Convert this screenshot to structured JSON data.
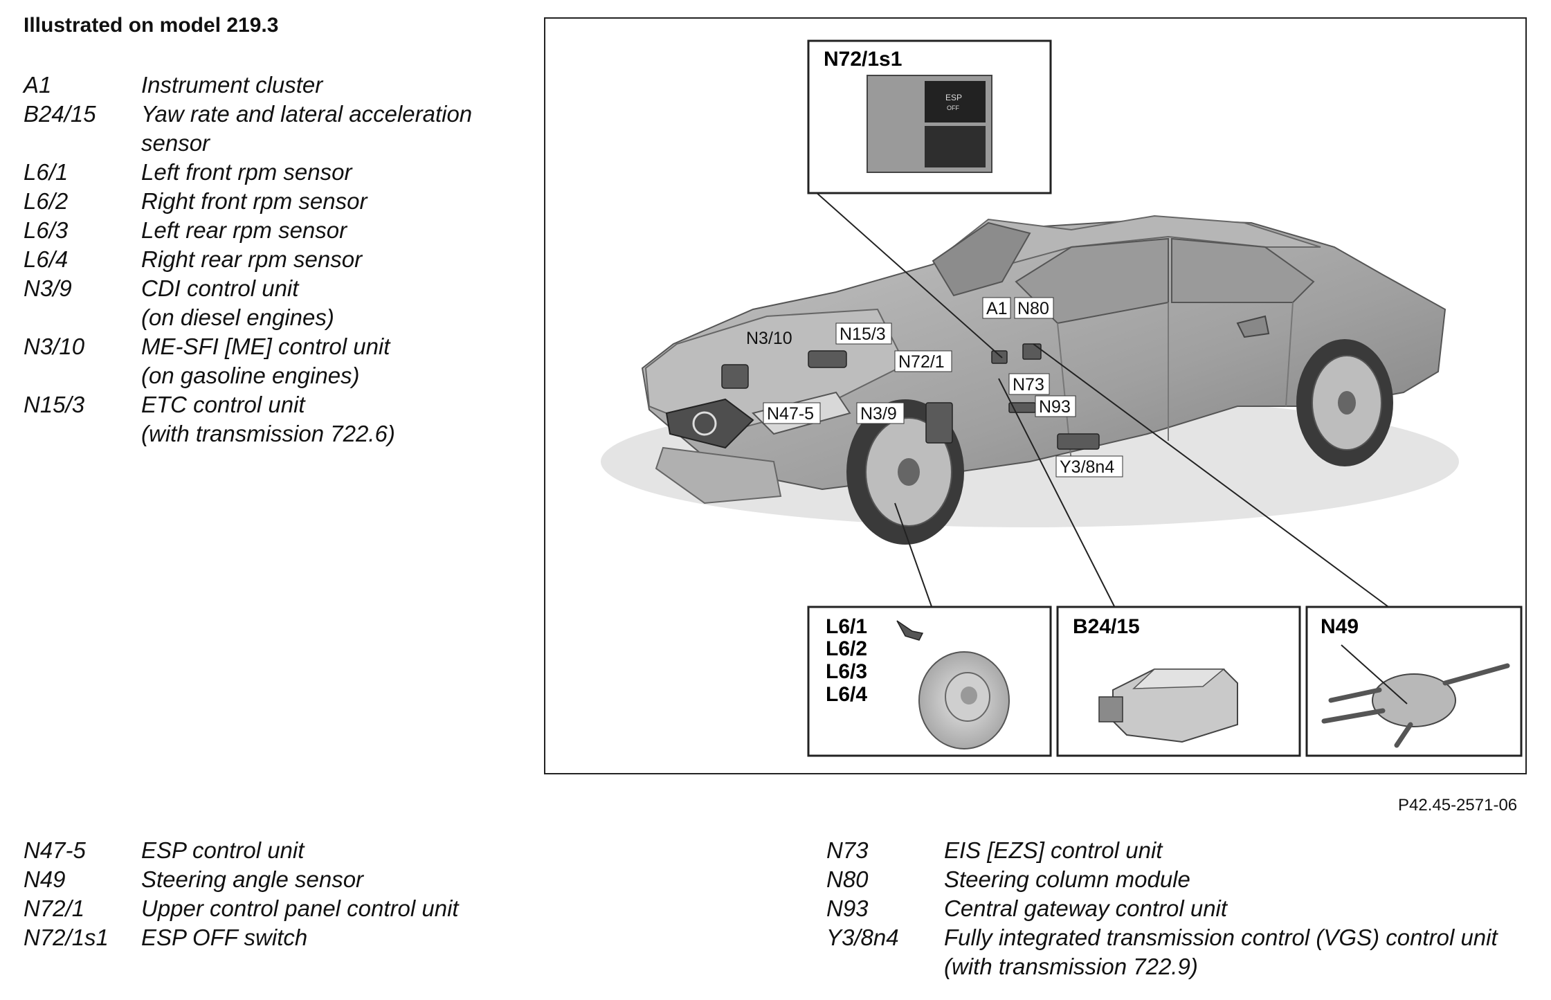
{
  "title": "Illustrated on model 219.3",
  "figure_id": "P42.45-2571-06",
  "legend_top": [
    {
      "code": "A1",
      "lines": [
        "Instrument cluster"
      ]
    },
    {
      "code": "B24/15",
      "lines": [
        "Yaw rate and lateral acceleration",
        "sensor"
      ]
    },
    {
      "code": "L6/1",
      "lines": [
        "Left front rpm sensor"
      ]
    },
    {
      "code": "L6/2",
      "lines": [
        "Right front rpm sensor"
      ]
    },
    {
      "code": "L6/3",
      "lines": [
        "Left rear rpm sensor"
      ]
    },
    {
      "code": "L6/4",
      "lines": [
        "Right rear rpm sensor"
      ]
    },
    {
      "code": "N3/9",
      "lines": [
        "CDI control unit",
        "(on diesel engines)"
      ]
    },
    {
      "code": "N3/10",
      "lines": [
        "ME-SFI [ME] control unit",
        "(on gasoline engines)"
      ]
    },
    {
      "code": "N15/3",
      "lines": [
        "ETC control unit",
        "(with transmission 722.6)"
      ]
    }
  ],
  "legend_bottom_left": [
    {
      "code": "N47-5",
      "lines": [
        "ESP control unit"
      ]
    },
    {
      "code": "N49",
      "lines": [
        "Steering angle sensor"
      ]
    },
    {
      "code": "N72/1",
      "lines": [
        "Upper control panel control unit"
      ]
    },
    {
      "code": "N72/1s1",
      "lines": [
        "ESP OFF switch"
      ]
    }
  ],
  "legend_bottom_right": [
    {
      "code": "N73",
      "lines": [
        "EIS [EZS] control unit"
      ]
    },
    {
      "code": "N80",
      "lines": [
        "Steering column module"
      ]
    },
    {
      "code": "N93",
      "lines": [
        "Central gateway control unit"
      ]
    },
    {
      "code": "Y3/8n4",
      "lines": [
        "Fully integrated transmission control (VGS) control unit",
        "(with transmission 722.9)"
      ]
    }
  ],
  "inset_labels": {
    "n72_1s1": "N72/1s1",
    "esp_button": "ESP",
    "esp_button_sub": "OFF",
    "l6": [
      "L6/1",
      "L6/2",
      "L6/3",
      "L6/4"
    ],
    "b24_15": "B24/15",
    "n49": "N49"
  },
  "callouts": {
    "a1": "A1",
    "n80": "N80",
    "n3_10": "N3/10",
    "n15_3": "N15/3",
    "n72_1": "N72/1",
    "n73": "N73",
    "n47_5": "N47-5",
    "n3_9": "N3/9",
    "n93": "N93",
    "y3_8n4": "Y3/8n4"
  },
  "colors": {
    "car_body": "#a7a7a7",
    "car_dark": "#6e6e6e",
    "line": "#222222"
  }
}
